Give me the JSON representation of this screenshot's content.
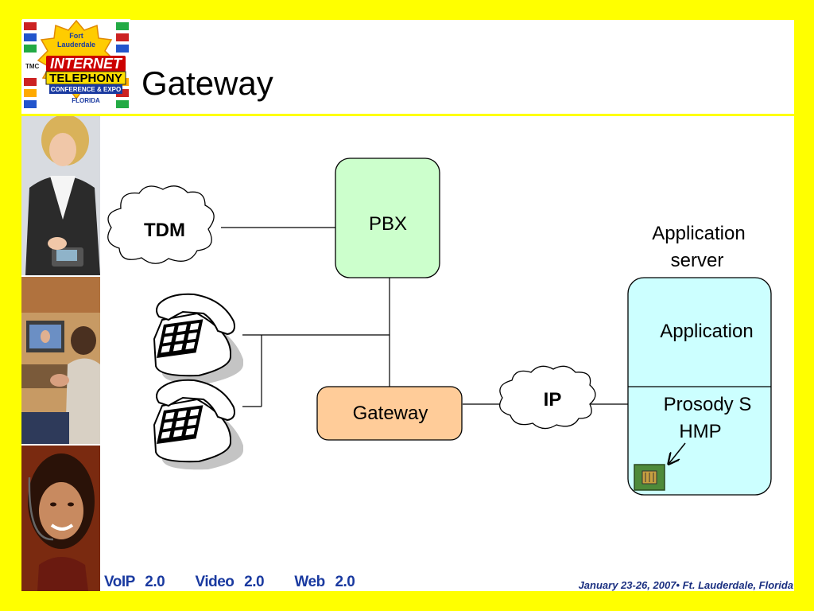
{
  "slide": {
    "title": "Gateway",
    "colors": {
      "border": "#ffff00",
      "pbx": "#ccffcc",
      "gateway": "#ffcc99",
      "server": "#ccffff",
      "footer": "#1a3aa0"
    }
  },
  "logo": {
    "line1": "Fort",
    "line2": "Lauderdale",
    "line3": "INTERNET",
    "line4": "TELEPHONY",
    "line5": "CONFERENCE & EXPO",
    "line6": "FLORIDA",
    "badge": "TMC"
  },
  "diagram": {
    "tdm_label": "TDM",
    "pbx_label": "PBX",
    "gateway_label": "Gateway",
    "ip_label": "IP",
    "app_server_heading_line1": "Application",
    "app_server_heading_line2": "server",
    "application_label": "Application",
    "hmp_line1": "Prosody S",
    "hmp_line2": "HMP"
  },
  "footer": {
    "left": "VoIP 2.0   Video 2.0   Web 2.0",
    "right": "January 23-26, 2007• Ft. Lauderdale, Florida"
  }
}
